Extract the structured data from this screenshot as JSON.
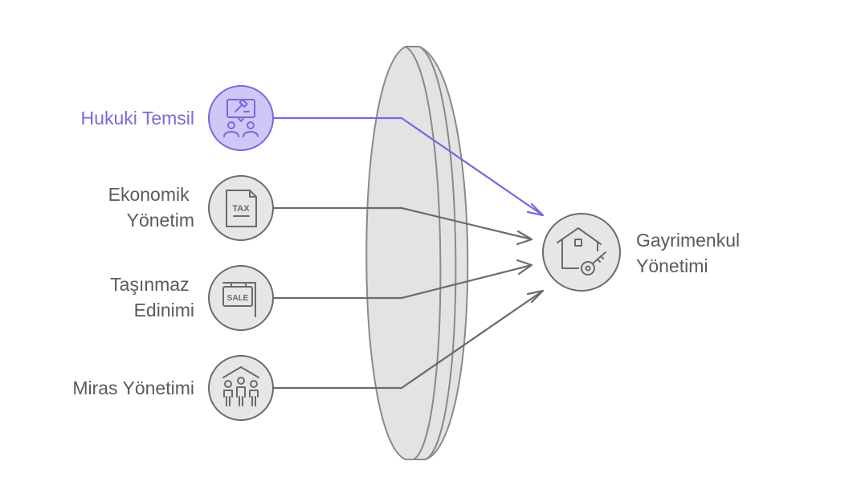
{
  "colors": {
    "accent": "#7b68e0",
    "accent_fill": "#cdc8f5",
    "node_fill": "#e6e6e6",
    "stroke": "#6b6b6b",
    "text": "#5a5a5a",
    "lens_fill": "#e3e3e3",
    "lens_stroke": "#8a8a8a"
  },
  "inputs": [
    {
      "lines": [
        "Hukuki Temsil"
      ],
      "icon": "legal-advice-icon",
      "highlighted": true
    },
    {
      "lines": [
        "Ekonomik",
        "Yönetim"
      ],
      "icon": "tax-document-icon",
      "highlighted": false
    },
    {
      "lines": [
        "Taşınmaz",
        "Edinimi"
      ],
      "icon": "sale-sign-icon",
      "highlighted": false
    },
    {
      "lines": [
        "Miras Yönetimi"
      ],
      "icon": "family-house-icon",
      "highlighted": false
    }
  ],
  "output": {
    "lines": [
      "Gayrimenkul",
      "Yönetimi"
    ],
    "icon": "house-key-icon"
  }
}
